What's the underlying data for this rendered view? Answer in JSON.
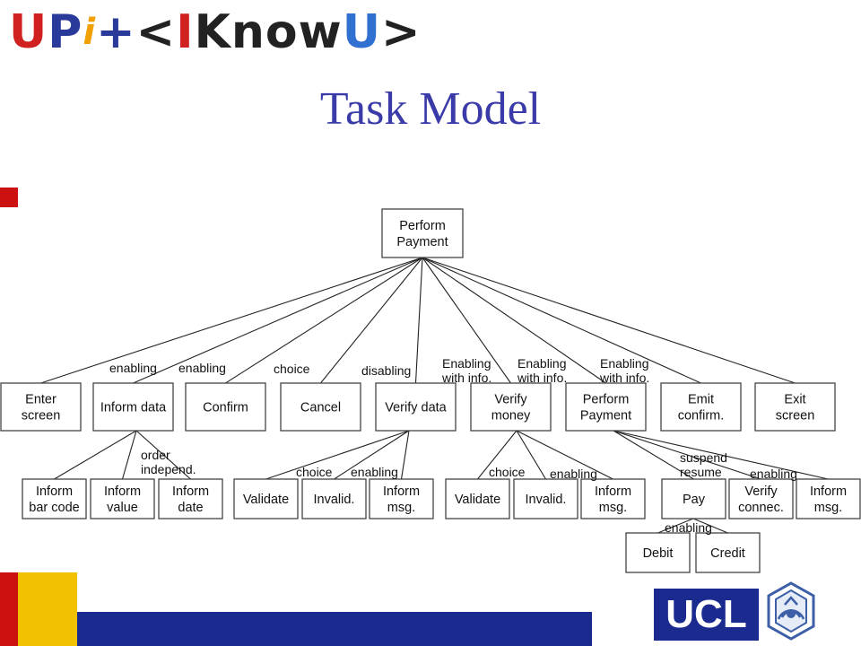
{
  "logo": {
    "letters": [
      {
        "ch": "U",
        "color": "#d02020"
      },
      {
        "ch": "P",
        "color": "#2a3a9a"
      },
      {
        "ch": "i",
        "color": "#f0a000"
      },
      {
        "ch": " +",
        "color": "#2a3a9a"
      },
      {
        "ch": "<",
        "color": "#222222"
      },
      {
        "ch": "I",
        "color": "#d02020"
      },
      {
        "ch": "K",
        "color": "#222222"
      },
      {
        "ch": "n",
        "color": "#222222"
      },
      {
        "ch": "o",
        "color": "#222222"
      },
      {
        "ch": "w",
        "color": "#222222"
      },
      {
        "ch": "U",
        "color": "#3070d0"
      },
      {
        "ch": ">",
        "color": "#222222"
      }
    ]
  },
  "title": "Task Model",
  "diagram": {
    "nodes": [
      {
        "id": "perform-payment-root",
        "lines": [
          "Perform",
          "Payment"
        ]
      },
      {
        "id": "enter-screen",
        "lines": [
          "Enter",
          "screen"
        ]
      },
      {
        "id": "inform-data",
        "lines": [
          "Inform data"
        ]
      },
      {
        "id": "confirm",
        "lines": [
          "Confirm"
        ]
      },
      {
        "id": "cancel",
        "lines": [
          "Cancel"
        ]
      },
      {
        "id": "verify-data",
        "lines": [
          "Verify data"
        ]
      },
      {
        "id": "verify-money",
        "lines": [
          "Verify",
          "money"
        ]
      },
      {
        "id": "perform-payment-sub",
        "lines": [
          "Perform",
          "Payment"
        ]
      },
      {
        "id": "emit-confirm",
        "lines": [
          "Emit",
          "confirm."
        ]
      },
      {
        "id": "exit-screen",
        "lines": [
          "Exit",
          "screen"
        ]
      },
      {
        "id": "inform-bar-code",
        "lines": [
          "Inform",
          "bar code"
        ]
      },
      {
        "id": "inform-value",
        "lines": [
          "Inform",
          "value"
        ]
      },
      {
        "id": "inform-date",
        "lines": [
          "Inform",
          "date"
        ]
      },
      {
        "id": "validate-1",
        "lines": [
          "Validate"
        ]
      },
      {
        "id": "invalid-1",
        "lines": [
          "Invalid."
        ]
      },
      {
        "id": "inform-msg-1",
        "lines": [
          "Inform",
          "msg."
        ]
      },
      {
        "id": "validate-2",
        "lines": [
          "Validate"
        ]
      },
      {
        "id": "invalid-2",
        "lines": [
          "Invalid."
        ]
      },
      {
        "id": "inform-msg-2",
        "lines": [
          "Inform",
          "msg."
        ]
      },
      {
        "id": "pay",
        "lines": [
          "Pay"
        ]
      },
      {
        "id": "verify-connec",
        "lines": [
          "Verify",
          "connec."
        ]
      },
      {
        "id": "inform-msg-3",
        "lines": [
          "Inform",
          "msg."
        ]
      },
      {
        "id": "debit",
        "lines": [
          "Debit"
        ]
      },
      {
        "id": "credit",
        "lines": [
          "Credit"
        ]
      }
    ],
    "edges": [
      {
        "from": "perform-payment-root",
        "to": "enter-screen"
      },
      {
        "from": "perform-payment-root",
        "to": "inform-data"
      },
      {
        "from": "perform-payment-root",
        "to": "confirm"
      },
      {
        "from": "perform-payment-root",
        "to": "cancel"
      },
      {
        "from": "perform-payment-root",
        "to": "verify-data"
      },
      {
        "from": "perform-payment-root",
        "to": "verify-money"
      },
      {
        "from": "perform-payment-root",
        "to": "perform-payment-sub"
      },
      {
        "from": "perform-payment-root",
        "to": "emit-confirm"
      },
      {
        "from": "perform-payment-root",
        "to": "exit-screen"
      },
      {
        "from": "inform-data",
        "to": "inform-bar-code"
      },
      {
        "from": "inform-data",
        "to": "inform-value"
      },
      {
        "from": "inform-data",
        "to": "inform-date"
      },
      {
        "from": "verify-data",
        "to": "validate-1"
      },
      {
        "from": "verify-data",
        "to": "invalid-1"
      },
      {
        "from": "verify-data",
        "to": "inform-msg-1"
      },
      {
        "from": "verify-money",
        "to": "validate-2"
      },
      {
        "from": "verify-money",
        "to": "invalid-2"
      },
      {
        "from": "verify-money",
        "to": "inform-msg-2"
      },
      {
        "from": "perform-payment-sub",
        "to": "pay"
      },
      {
        "from": "perform-payment-sub",
        "to": "verify-connec"
      },
      {
        "from": "perform-payment-sub",
        "to": "inform-msg-3"
      },
      {
        "from": "pay",
        "to": "debit"
      },
      {
        "from": "pay",
        "to": "credit"
      }
    ],
    "operators": [
      {
        "id": "op-enabling-1",
        "lines": [
          "enabling"
        ]
      },
      {
        "id": "op-enabling-2",
        "lines": [
          "enabling"
        ]
      },
      {
        "id": "op-choice-1",
        "lines": [
          "choice"
        ]
      },
      {
        "id": "op-disabling",
        "lines": [
          "disabling"
        ]
      },
      {
        "id": "op-enabling-info-1",
        "lines": [
          "Enabling",
          "with info."
        ]
      },
      {
        "id": "op-enabling-info-2",
        "lines": [
          "Enabling",
          "with info."
        ]
      },
      {
        "id": "op-enabling-info-3",
        "lines": [
          "Enabling",
          "with info."
        ]
      },
      {
        "id": "op-order-independ",
        "lines": [
          "order",
          "independ."
        ]
      },
      {
        "id": "op-choice-2",
        "lines": [
          "choice"
        ]
      },
      {
        "id": "op-enabling-3",
        "lines": [
          "enabling"
        ]
      },
      {
        "id": "op-choice-3",
        "lines": [
          "choice"
        ]
      },
      {
        "id": "op-enabling-4",
        "lines": [
          "enabling"
        ]
      },
      {
        "id": "op-suspend-resume",
        "lines": [
          "suspend",
          "resume"
        ]
      },
      {
        "id": "op-enabling-5",
        "lines": [
          "enabling"
        ]
      },
      {
        "id": "op-enabling-6",
        "lines": [
          "enabling"
        ]
      }
    ]
  },
  "footer": {
    "ucl_logo": "UCL",
    "colors": {
      "red": "#cc1111",
      "yellow": "#f2c200",
      "blue": "#1b2a8f"
    }
  }
}
